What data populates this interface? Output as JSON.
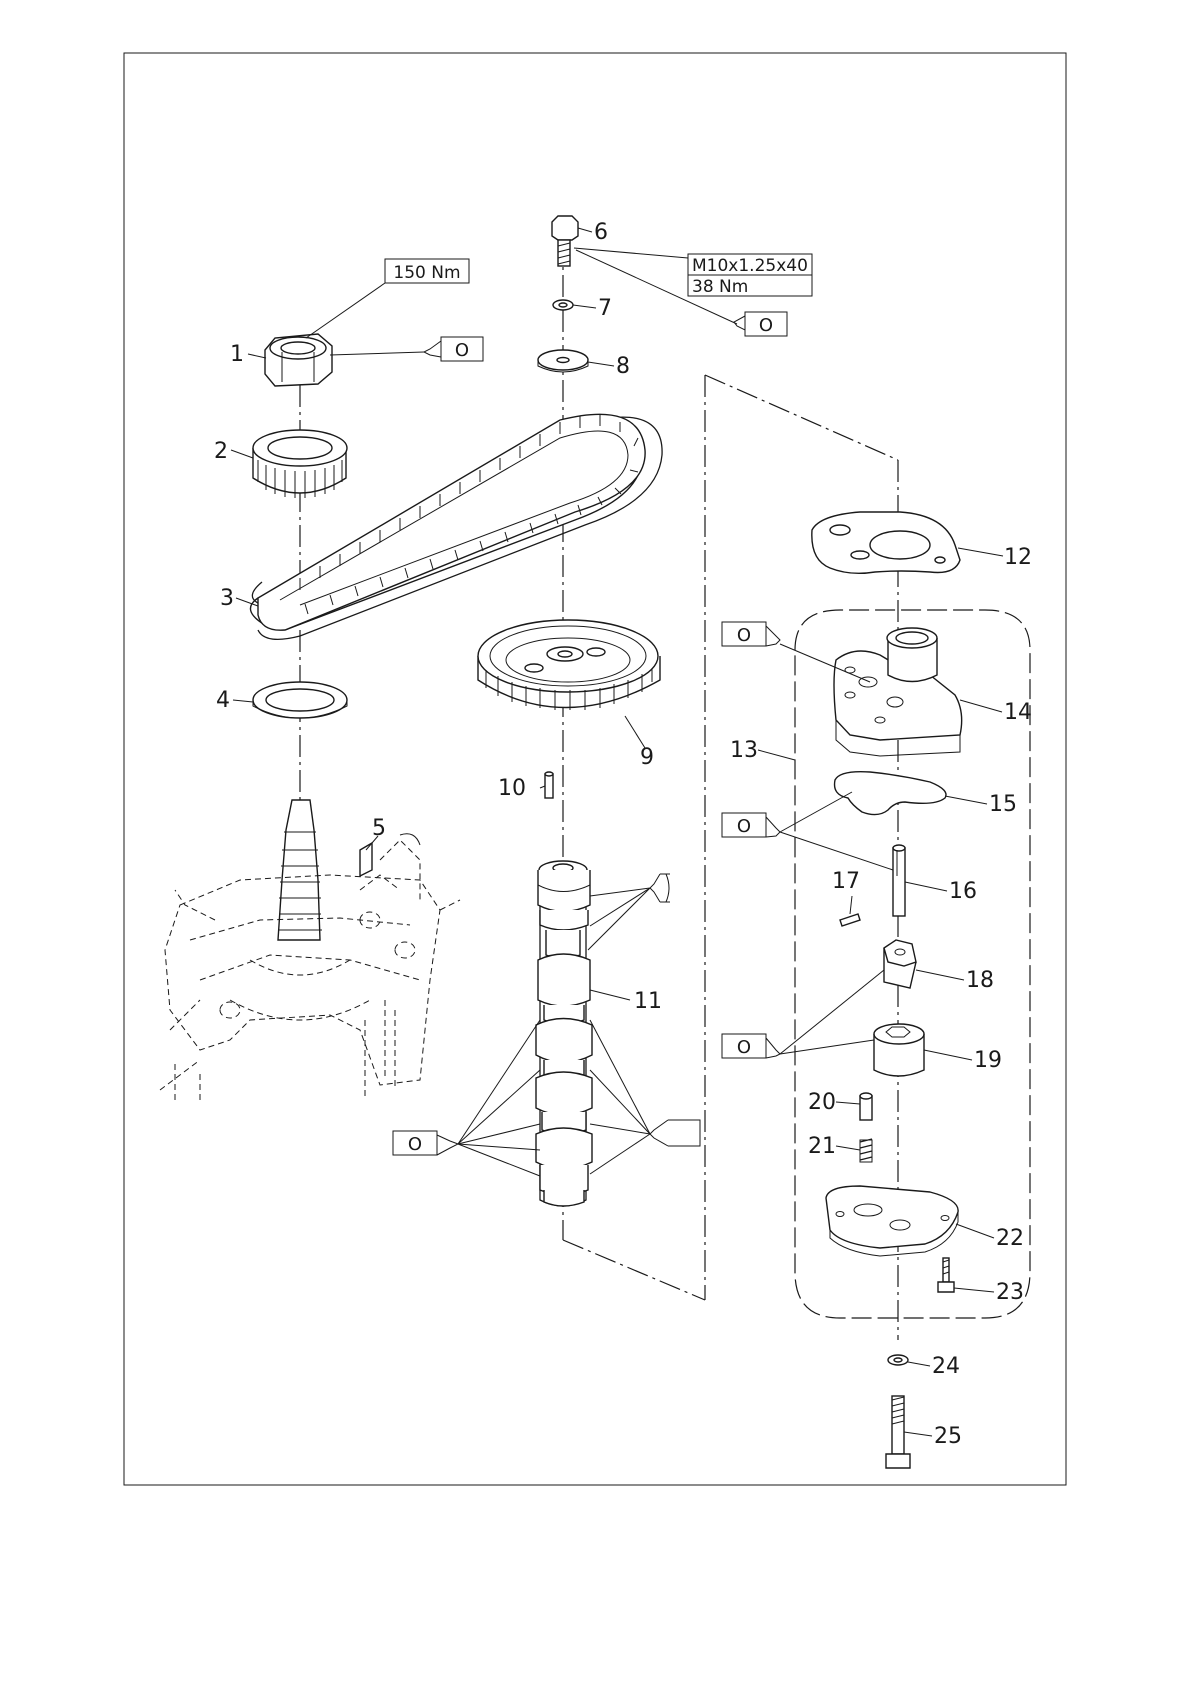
{
  "diagram": {
    "part_numbers": [
      "1",
      "2",
      "3",
      "4",
      "5",
      "6",
      "7",
      "8",
      "9",
      "10",
      "11",
      "12",
      "13",
      "14",
      "15",
      "16",
      "17",
      "18",
      "19",
      "20",
      "21",
      "22",
      "23",
      "24",
      "25"
    ],
    "torque_nut": "150 Nm",
    "bolt_spec": "M10x1.25x40",
    "bolt_torque": "38 Nm",
    "oil_tag": "O"
  }
}
